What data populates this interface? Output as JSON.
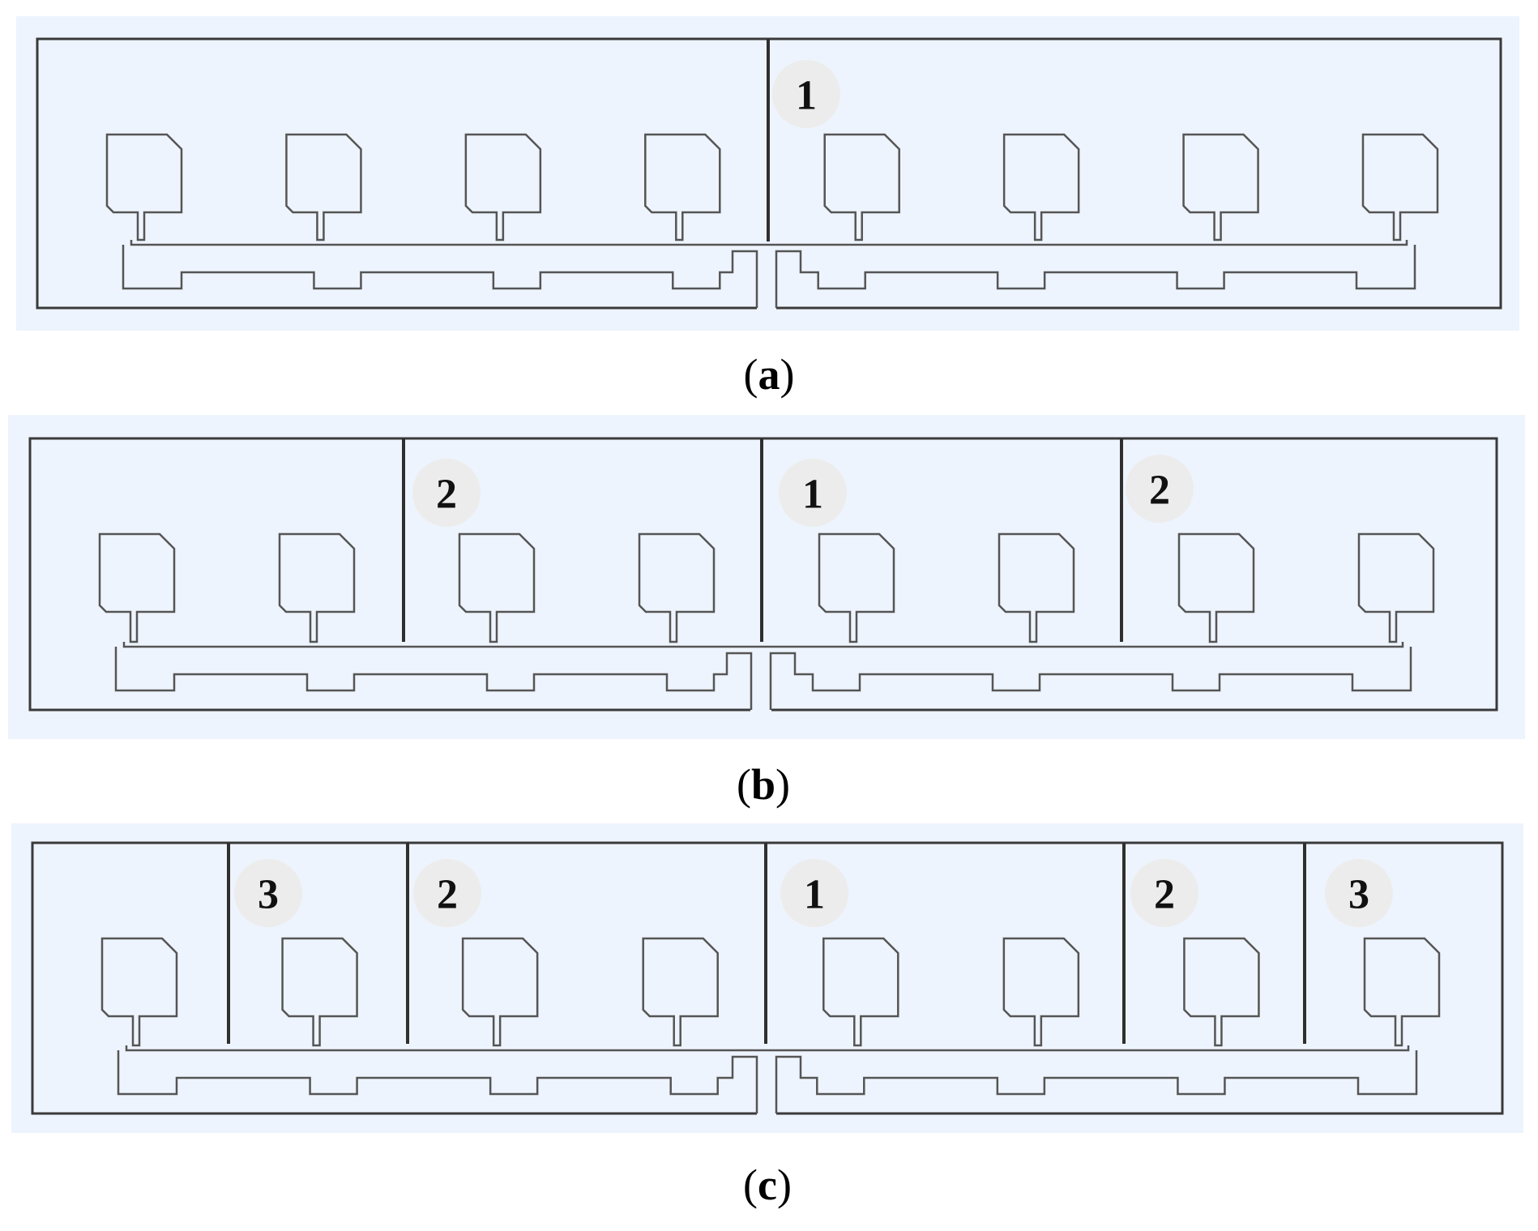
{
  "colors": {
    "panel_background": "#eef4fd",
    "badge_fill": "#ececec",
    "line": "#555555",
    "ground": "#3a3a3a"
  },
  "panels": [
    {
      "caption": {
        "open": "(",
        "letter": "a",
        "close": ")"
      },
      "patch_count": 8,
      "slots": [
        {
          "badge": "1"
        }
      ]
    },
    {
      "caption": {
        "open": "(",
        "letter": "b",
        "close": ")"
      },
      "patch_count": 8,
      "slots": [
        {
          "badge": "2"
        },
        {
          "badge": "1"
        },
        {
          "badge": "2"
        }
      ]
    },
    {
      "caption": {
        "open": "(",
        "letter": "c",
        "close": ")"
      },
      "patch_count": 8,
      "slots": [
        {
          "badge": "3"
        },
        {
          "badge": "2"
        },
        {
          "badge": "1"
        },
        {
          "badge": "2"
        },
        {
          "badge": "3"
        }
      ]
    }
  ]
}
